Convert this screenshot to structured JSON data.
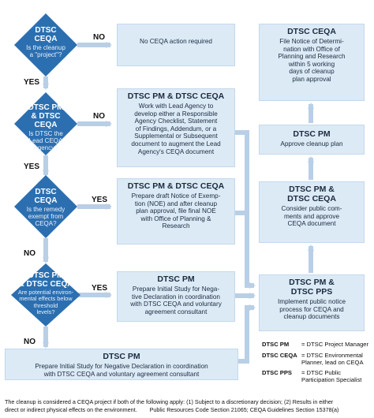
{
  "diagram": {
    "decisions": [
      {
        "title": "DTSC\nCEQA",
        "question": "Is the cleanup\na \"project\"?"
      },
      {
        "title": "DTSC PM\n& DTSC CEQA",
        "question": "Is DTSC the\nLead CEQA\nAgency?"
      },
      {
        "title": "DTSC\nCEQA",
        "question": "Is the remedy\nexempt from\nCEQA?"
      },
      {
        "title": "DTSC PM\n& DTSC CEQA",
        "question": "Are potential environ-\nmental effects below\nthreshold\nlevels?"
      }
    ],
    "boxes": {
      "no_ceqa": {
        "title": "",
        "body": "No CEQA action required"
      },
      "lead_agency": {
        "title": "DTSC PM  & DTSC CEQA",
        "body": "Work with Lead Agency to\ndevelop either a Responsible\nAgency Checklist, Statement\nof Findings, Addendum, or a\nSupplemental or Subsequent\ndocument to augment the Lead\nAgency's CEQA document"
      },
      "noe": {
        "title": "DTSC PM  & DTSC CEQA",
        "body": "Prepare draft Notice of Exemp-\ntion (NOE) and after cleanup\nplan approval, file final NOE\nwith Office of Planning &\nResearch"
      },
      "initial_study_ceqa": {
        "title": "DTSC PM",
        "body": "Prepare Initial Study for Nega-\ntive Declaration in coordination\nwith DTSC CEQA and voluntary\nagreement consultant"
      },
      "initial_study_bottom": {
        "title": "DTSC PM",
        "body": "Prepare Initial Study for Negative Declaration in coordination\nwith DTSC CEQA and voluntary agreement consultant"
      },
      "file_nod": {
        "title": "DTSC CEQA",
        "body": "File Notice of Determi-\nnation with Office of\nPlanning and Research\nwithin 5 working\ndays of cleanup\nplan approval"
      },
      "approve": {
        "title": "DTSC PM",
        "body": "Approve cleanup plan"
      },
      "consider": {
        "title": "DTSC PM &\nDTSC CEQA",
        "body": "Consider public com-\nments and approve\nCEQA document"
      },
      "notice": {
        "title": "DTSC PM &\nDTSC PPS",
        "body": "Implement public notice\nprocess for CEQA and\ncleanup documents"
      }
    },
    "labels": {
      "yes": "YES",
      "no": "NO"
    },
    "legend": [
      {
        "abbr": "DTSC PM",
        "def": "= DTSC Project Manager"
      },
      {
        "abbr": "DTSC CEQA",
        "def": "= DTSC Environmental\nPlanner, lead on CEQA"
      },
      {
        "abbr": "DTSC PPS",
        "def": "= DTSC Public\nParticipation Specialist"
      }
    ],
    "footnote": {
      "line1": "The cleanup is considered a CEQA project if both of the following apply:  (1) Subject to a discretionary decision;  (2) Results in either",
      "line2": "direct or indirect physical effects on the environment.        Public Resources Code Section 21065; CEQA Guidelines Section 15378(a)"
    },
    "colors": {
      "diamond": "#2b6fb0",
      "box": "#dceaf6",
      "arrow": "#b9cfe6"
    }
  }
}
